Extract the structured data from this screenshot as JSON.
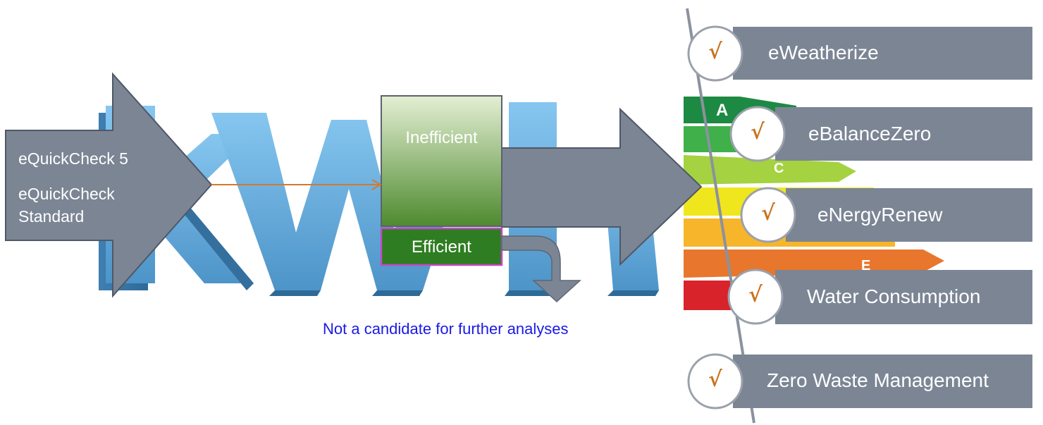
{
  "colors": {
    "arrow_gray": "#7b8594",
    "letter_blue": "#6fb5e6",
    "inefficient_top": "#e4efd4",
    "inefficient_bottom": "#4e8a2e",
    "efficient_green": "#2f7d22",
    "efficient_border": "#c548c5",
    "flow_arrow": "#d07a30",
    "note_blue": "#1a1ae6",
    "check_orange": "#c8731c",
    "rating_a": "#1d8a43",
    "rating_b": "#3fb04a",
    "rating_c": "#a4d240",
    "rating_d": "#f0e61e",
    "rating_e": "#f7b52c",
    "rating_f": "#e8762c",
    "rating_g": "#d8232a"
  },
  "input": {
    "line1": "eQuickCheck 5",
    "line2": "eQuickCheck",
    "line3": "Standard"
  },
  "classification": {
    "inefficient": "Inefficient",
    "efficient": "Efficient"
  },
  "note": "Not a candidate for further analyses",
  "rating_labels": {
    "a": "A",
    "c": "C",
    "e": "E"
  },
  "services": [
    {
      "label": "eWeatherize",
      "check": "√"
    },
    {
      "label": "eBalanceZero",
      "check": "√"
    },
    {
      "label": "eNergyRenew",
      "check": "√"
    },
    {
      "label": "Water Consumption",
      "check": "√"
    },
    {
      "label": "Zero Waste Management",
      "check": "√"
    }
  ],
  "icons": {
    "checkmark": "checkmark-icon",
    "down_arrow": "down-curved-arrow-icon"
  }
}
